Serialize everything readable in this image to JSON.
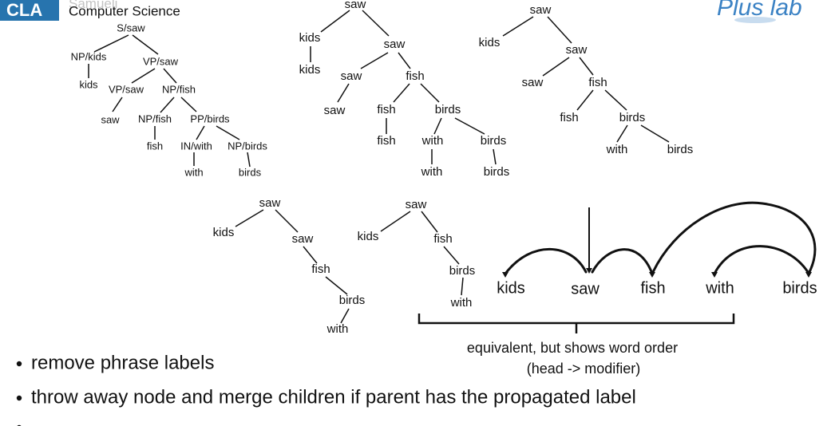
{
  "header": {
    "logo_text": "CLA",
    "dept_top": "Samueli",
    "dept_bottom": "Computer Science",
    "right_logo_text": "Plus lab"
  },
  "trees": {
    "phrase_tree": {
      "nodes": [
        "S/saw",
        "NP/kids",
        "VP/saw",
        "kids",
        "VP/saw",
        "NP/fish",
        "saw",
        "NP/fish",
        "PP/birds",
        "fish",
        "IN/with",
        "NP/birds",
        "with",
        "birds"
      ]
    },
    "tree_2": {
      "nodes": [
        "saw",
        "kids",
        "saw",
        "kids",
        "saw",
        "fish",
        "saw",
        "fish",
        "birds",
        "fish",
        "with",
        "birds",
        "with",
        "birds"
      ]
    },
    "tree_3": {
      "nodes": [
        "saw",
        "kids",
        "saw",
        "saw",
        "fish",
        "fish",
        "birds",
        "with",
        "birds"
      ]
    },
    "tree_4": {
      "nodes": [
        "saw",
        "kids",
        "saw",
        "fish",
        "birds",
        "with"
      ]
    },
    "tree_5": {
      "nodes": [
        "saw",
        "kids",
        "fish",
        "birds",
        "with"
      ]
    }
  },
  "dependency": {
    "words": [
      "kids",
      "saw",
      "fish",
      "with",
      "birds"
    ],
    "caption_line1": "equivalent, but shows word order",
    "caption_line2": "(head -> modifier)"
  },
  "bullets": [
    "remove phrase labels",
    "throw away node and merge children if parent has the propagated label"
  ],
  "colors": {
    "brand": "#2774AE",
    "accent": "#3B82C4"
  }
}
